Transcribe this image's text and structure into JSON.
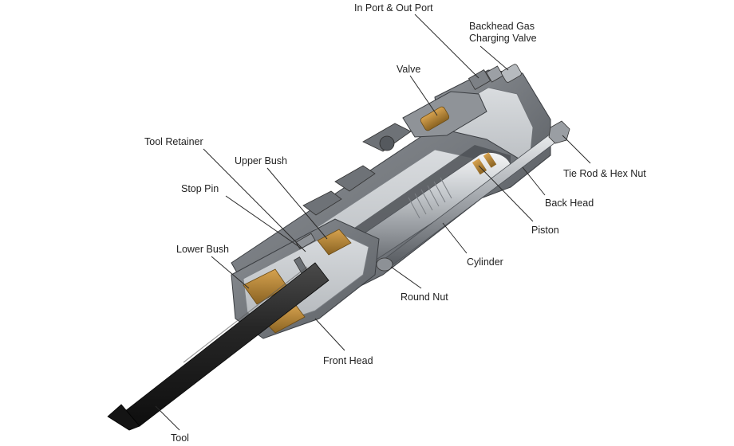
{
  "diagram": {
    "labels": {
      "in_out_port": "In Port & Out Port",
      "backhead_gas_line1": "Backhead Gas",
      "backhead_gas_line2": "Charging Valve",
      "valve": "Valve",
      "tool_retainer": "Tool Retainer",
      "upper_bush": "Upper Bush",
      "stop_pin": "Stop Pin",
      "lower_bush": "Lower Bush",
      "tie_rod": "Tie Rod & Hex Nut",
      "back_head": "Back Head",
      "piston": "Piston",
      "cylinder": "Cylinder",
      "round_nut": "Round Nut",
      "front_head": "Front Head",
      "tool": "Tool"
    },
    "colors": {
      "steel_dark": "#5c5f63",
      "steel_mid": "#9a9ea3",
      "steel_light": "#d4d7da",
      "bronze": "#b98a3c",
      "tool_black": "#1e1e1e"
    }
  }
}
